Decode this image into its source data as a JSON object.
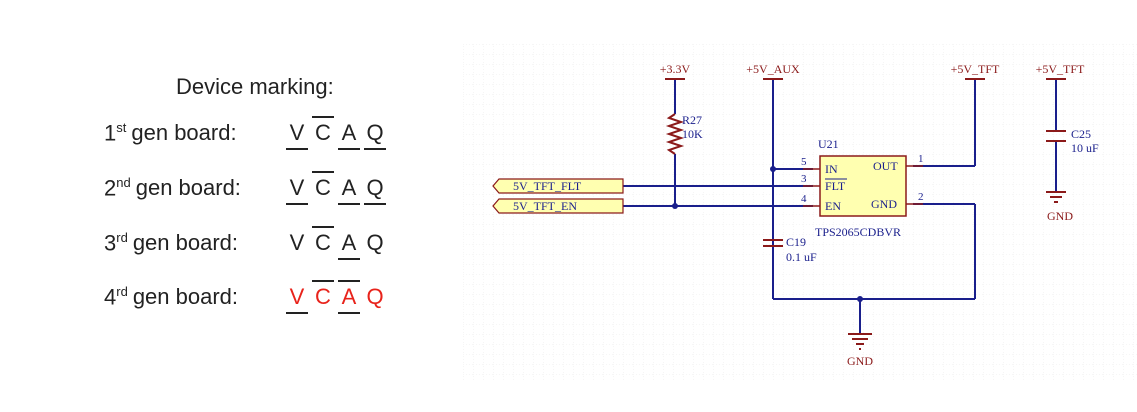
{
  "left_panel": {
    "title": "Device marking:",
    "boards": [
      {
        "ord": "1",
        "sup": "st",
        "label": "gen board:",
        "marking": [
          {
            "c": "V",
            "over": false,
            "under": true
          },
          {
            "c": "C",
            "over": true,
            "under": false
          },
          {
            "c": "A",
            "over": false,
            "under": true
          },
          {
            "c": "Q",
            "over": false,
            "under": true
          }
        ],
        "color": "#222222"
      },
      {
        "ord": "2",
        "sup": "nd",
        "label": "gen board:",
        "marking": [
          {
            "c": "V",
            "over": false,
            "under": true
          },
          {
            "c": "C",
            "over": true,
            "under": false
          },
          {
            "c": "A",
            "over": false,
            "under": true
          },
          {
            "c": "Q",
            "over": false,
            "under": true
          }
        ],
        "color": "#222222"
      },
      {
        "ord": "3",
        "sup": "rd",
        "label": "gen board:",
        "marking": [
          {
            "c": "V",
            "over": false,
            "under": false
          },
          {
            "c": "C",
            "over": true,
            "under": false
          },
          {
            "c": "A",
            "over": false,
            "under": true
          },
          {
            "c": "Q",
            "over": false,
            "under": false
          }
        ],
        "color": "#222222"
      },
      {
        "ord": "4",
        "sup": "rd",
        "label": "gen board:",
        "marking": [
          {
            "c": "V",
            "over": false,
            "under": true
          },
          {
            "c": "C",
            "over": true,
            "under": false
          },
          {
            "c": "A",
            "over": true,
            "under": true
          },
          {
            "c": "Q",
            "over": false,
            "under": false
          }
        ],
        "color": "#e8231b"
      }
    ]
  },
  "schematic": {
    "power_labels": {
      "p33": "+3.3V",
      "p5aux": "+5V_AUX",
      "p5tft1": "+5V_TFT",
      "p5tft2": "+5V_TFT"
    },
    "net_labels": {
      "flt": "5V_TFT_FLT",
      "en": "5V_TFT_EN"
    },
    "r27": {
      "ref": "R27",
      "value": "10K"
    },
    "c25": {
      "ref": "C25",
      "value": "10 uF"
    },
    "c19": {
      "ref": "C19",
      "value": "0.1 uF"
    },
    "u21": {
      "ref": "U21",
      "part": "TPS2065CDBVR",
      "pin_in": "IN",
      "pin_flt": "FLT",
      "pin_en": "EN",
      "pin_out": "OUT",
      "pin_gnd": "GND",
      "n_in": "5",
      "n_flt": "3",
      "n_en": "4",
      "n_out": "1",
      "n_gnd": "2"
    },
    "gnd1": "GND",
    "gnd2": "GND",
    "colors": {
      "wire": "#1a1f8c",
      "part": "#8b1a1a",
      "text": "#1a1f8c",
      "chip_fill": "#ffffb0",
      "label_fill": "#ffffb0"
    }
  }
}
